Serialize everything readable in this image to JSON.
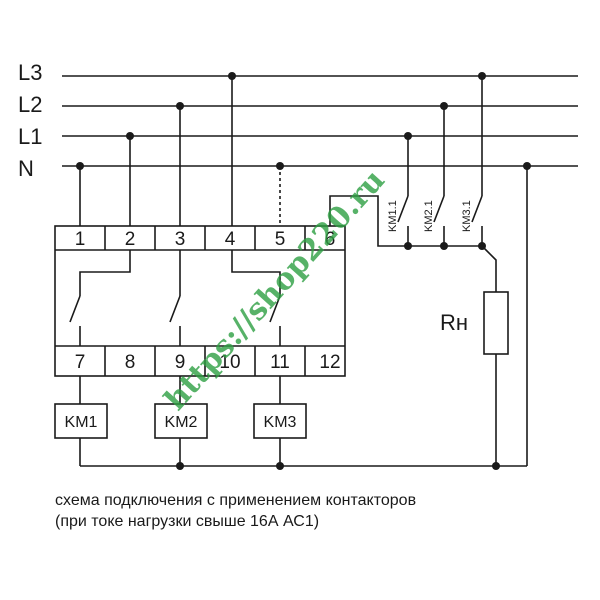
{
  "bus_labels": {
    "l3": "L3",
    "l2": "L2",
    "l1": "L1",
    "n": "N"
  },
  "terminals_top": [
    "1",
    "2",
    "3",
    "4",
    "5",
    "6"
  ],
  "terminals_bottom": [
    "7",
    "8",
    "9",
    "10",
    "11",
    "12"
  ],
  "coils": {
    "km1": "KM1",
    "km2": "KM2",
    "km3": "KM3"
  },
  "contacts": {
    "km1_1": "KM1.1",
    "km2_1": "KM2.1",
    "km3_1": "KM3.1"
  },
  "load_label": "Rн",
  "watermark": "https://shop220.ru",
  "caption": {
    "line1": "схема подключения с применением контакторов",
    "line2": "(при токе нагрузки свыше 16А АС1)"
  },
  "colors": {
    "line": "#1a1a1a",
    "watermark": "#2ea043"
  }
}
